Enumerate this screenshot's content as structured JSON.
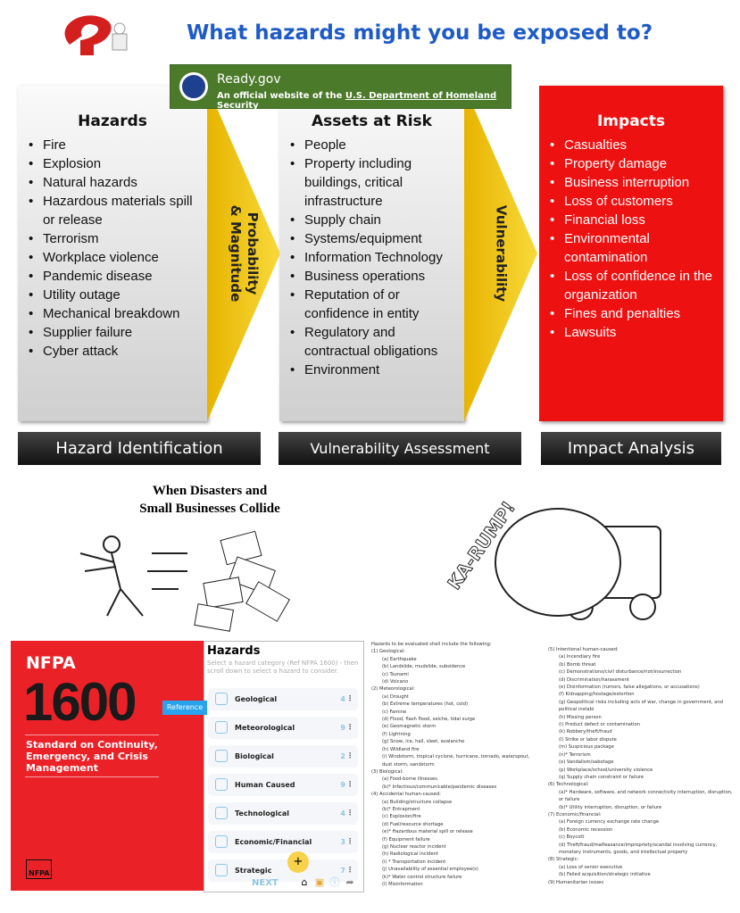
{
  "title": "What hazards might you be exposed to?",
  "banner": {
    "site": "Ready.gov",
    "official_prefix": "An official website of the ",
    "official_link": "U.S. Department of Homeland Security"
  },
  "columns": [
    {
      "heading": "Hazards",
      "items": [
        "Fire",
        "Explosion",
        "Natural hazards",
        "Hazardous materials spill or release",
        "Terrorism",
        "Workplace violence",
        "Pandemic disease",
        "Utility outage",
        "Mechanical breakdown",
        "Supplier failure",
        "Cyber attack"
      ],
      "footer": "Hazard Identification"
    },
    {
      "heading": "Assets at Risk",
      "items": [
        "People",
        "Property including buildings, critical infrastructure",
        "Supply chain",
        "Systems/equipment",
        "Information Technology",
        "Business operations",
        "Reputation of or confidence in entity",
        "Regulatory and contractual obligations",
        "Environment"
      ],
      "footer": "Vulnerability Assessment"
    },
    {
      "heading": "Impacts",
      "items": [
        "Casualties",
        "Property damage",
        "Business interruption",
        "Loss of customers",
        "Financial loss",
        "Environmental contamination",
        "Loss of confidence in the organization",
        "Fines and penalties",
        "Lawsuits"
      ],
      "footer": "Impact Analysis"
    }
  ],
  "arrows": {
    "first_line1": "Probability",
    "first_line2": "& Magnitude",
    "second": "Vulnerability"
  },
  "cartoon": {
    "caption_line1": "When Disasters and",
    "caption_line2": "Small Businesses Collide",
    "sound": "KA-RUMP!"
  },
  "cover": {
    "org": "NFPA",
    "number": "1600",
    "title": "Standard on Continuity, Emergency, and Crisis Management",
    "logo": "NFPA"
  },
  "reference_tag": "Reference",
  "app": {
    "heading": "Hazards",
    "subtitle": "Select a hazard category (Ref NFPA 1600) - then scroll down to select a hazard to consider.",
    "categories": [
      {
        "name": "Geological",
        "count": "4"
      },
      {
        "name": "Meteorological",
        "count": "9"
      },
      {
        "name": "Biological",
        "count": "2"
      },
      {
        "name": "Human Caused",
        "count": "9"
      },
      {
        "name": "Technological",
        "count": "4"
      },
      {
        "name": "Economic/Financial",
        "count": "3"
      },
      {
        "name": "Strategic",
        "count": "7"
      }
    ],
    "fab": "+",
    "next": "NEXT"
  },
  "hazard_list": {
    "intro": "Hazards to be evaluated shall include the following:",
    "col1": [
      "(1) Geological:",
      "(a) Earthquake",
      "(b) Landslide, mudslide, subsidence",
      "(c) Tsunami",
      "(d) Volcano",
      "(2) Meteorological:",
      "(a) Drought",
      "(b) Extreme temperatures (hot, cold)",
      "(c) Famine",
      "(d) Flood, flash flood, seiche, tidal surge",
      "(e) Geomagnetic storm",
      "(f) Lightning",
      "(g) Snow, ice, hail, sleet, avalanche",
      "(h) Wildland fire",
      "(i) Windstorm, tropical cyclone, hurricane, tornado, waterspout, dust storm, sandstorm",
      "(3) Biological:",
      "(a) Food-borne illnesses",
      "(b)* Infectious/communicable/pandemic diseases",
      "(4) Accidental human-caused:",
      "(a) Building/structure collapse",
      "(b)* Entrapment",
      "(c) Explosion/fire",
      "(d) Fuel/resource shortage",
      "(e)* Hazardous material spill or release",
      "(f) Equipment failure",
      "(g) Nuclear reactor incident",
      "(h) Radiological incident",
      "(i) * Transportation incident",
      "(j) Unavailability of essential employee(s)",
      "(k)* Water control structure failure",
      "(l) Misinformation"
    ],
    "col2": [
      "(5) Intentional human-caused:",
      "(a) Incendiary fire",
      "(b) Bomb threat",
      "(c) Demonstrations/civil disturbance/riot/insurrection",
      "(d) Discrimination/harassment",
      "(e) Disinformation (rumors, false allegations, or accusations)",
      "(f) Kidnapping/hostage/extortion",
      "(g) Geopolitical risks including acts of war, change in government, and political instabi",
      "(h) Missing person",
      "(i) Product defect or contamination",
      "(k) Robbery/theft/fraud",
      "(l) Strike or labor dispute",
      "(m) Suspicious package",
      "(n)* Terrorism",
      "(o) Vandalism/sabotage",
      "(p) Workplace/school/university violence",
      "(q) Supply chain constraint or failure",
      "(6) Technological:",
      "(a)* Hardware, software, and network connectivity interruption, disruption, or failure",
      "(b)* Utility interruption, disruption, or failure",
      "(7) Economic/financial:",
      "(a) Foreign currency exchange rate change",
      "(b) Economic recession",
      "(c) Boycott",
      "(d) Theft/fraud/malfeasance/impropriety/scandal involving currency, monetary instruments, goods, and intellectual property",
      "(8) Strategic:",
      "(a) Loss of senior executive",
      "(b) Failed acquisition/strategic initiative",
      "(9) Humanitarian issues"
    ]
  }
}
